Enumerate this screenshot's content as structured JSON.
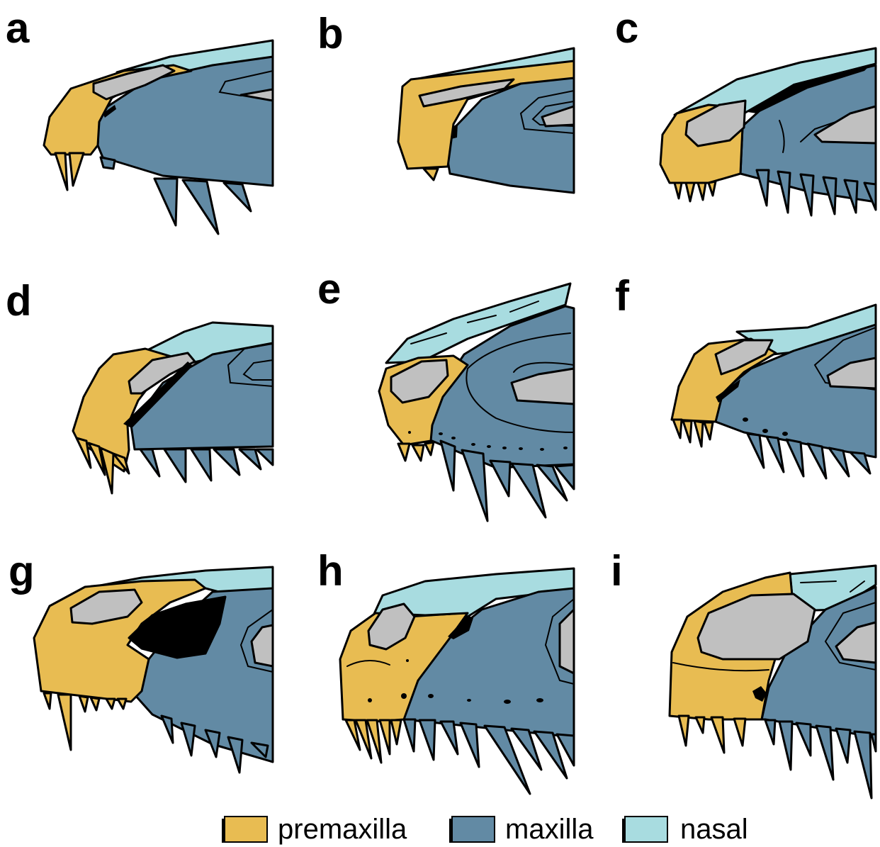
{
  "figure": {
    "panels": [
      {
        "id": "a",
        "label": "a"
      },
      {
        "id": "b",
        "label": "b"
      },
      {
        "id": "c",
        "label": "c"
      },
      {
        "id": "d",
        "label": "d"
      },
      {
        "id": "e",
        "label": "e"
      },
      {
        "id": "f",
        "label": "f"
      },
      {
        "id": "g",
        "label": "g"
      },
      {
        "id": "h",
        "label": "h"
      },
      {
        "id": "i",
        "label": "i"
      }
    ]
  },
  "legend": {
    "items": [
      {
        "key": "premaxilla",
        "label": "premaxilla",
        "color": "#E8BC52"
      },
      {
        "key": "maxilla",
        "label": "maxilla",
        "color": "#628AA4"
      },
      {
        "key": "nasal",
        "label": "nasal",
        "color": "#A8DCE0"
      }
    ]
  },
  "colors": {
    "premaxilla": "#E8BC52",
    "maxilla": "#628AA4",
    "nasal": "#A8DCE0",
    "naris": "#C0C0C0",
    "fenestra": "#000000",
    "outline": "#000000"
  }
}
